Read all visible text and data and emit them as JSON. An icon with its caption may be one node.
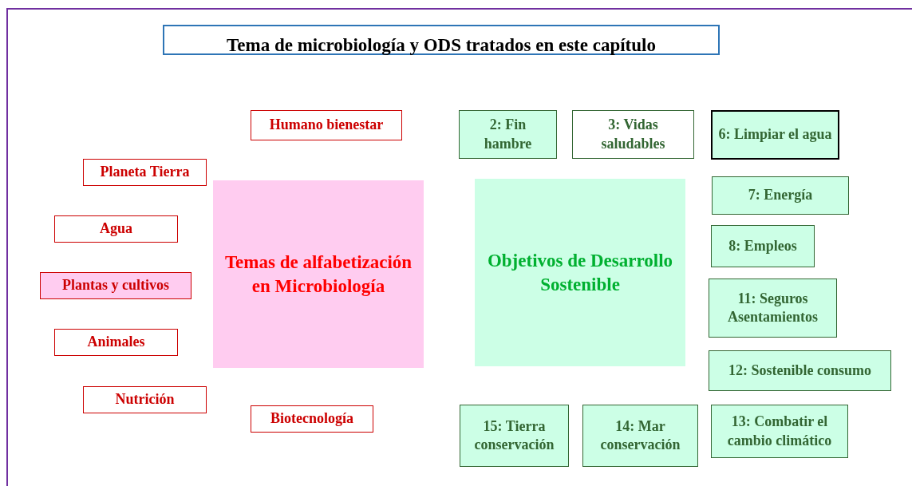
{
  "diagram": {
    "title": "Tema de microbiología y ODS tratados en este capítulo",
    "nodes": [
      {
        "text": [
          "Humano bienestar"
        ]
      },
      {
        "text": [
          "2: Fin hambre"
        ]
      },
      {
        "text": [
          "3: Vidas saludables"
        ]
      },
      {
        "text": [
          "6: Limpiar el agua"
        ]
      },
      {
        "text": [
          "Planeta Tierra"
        ]
      },
      {
        "text": [
          "7: Energía"
        ]
      },
      {
        "text": [
          "Temas de alfabetización en Microbiología"
        ]
      },
      {
        "text": [
          "Objetivos de Desarrollo Sostenible"
        ]
      },
      {
        "text": [
          "Agua"
        ]
      },
      {
        "text": [
          "8: Empleos"
        ]
      },
      {
        "text": [
          "Plantas y cultivos"
        ]
      },
      {
        "text": [
          "11: Seguros Asentamientos"
        ]
      },
      {
        "text": [
          "Animales"
        ]
      },
      {
        "text": [
          "12: Sostenible consumo"
        ]
      },
      {
        "text": [
          "Nutrición"
        ]
      },
      {
        "text": [
          "Biotecnología"
        ]
      },
      {
        "text": [
          "15: Tierra conservación"
        ]
      },
      {
        "text": [
          "14: Mar conservación"
        ]
      },
      {
        "text": [
          "13: Combatir el cambio climático"
        ]
      }
    ],
    "edges": []
  }
}
